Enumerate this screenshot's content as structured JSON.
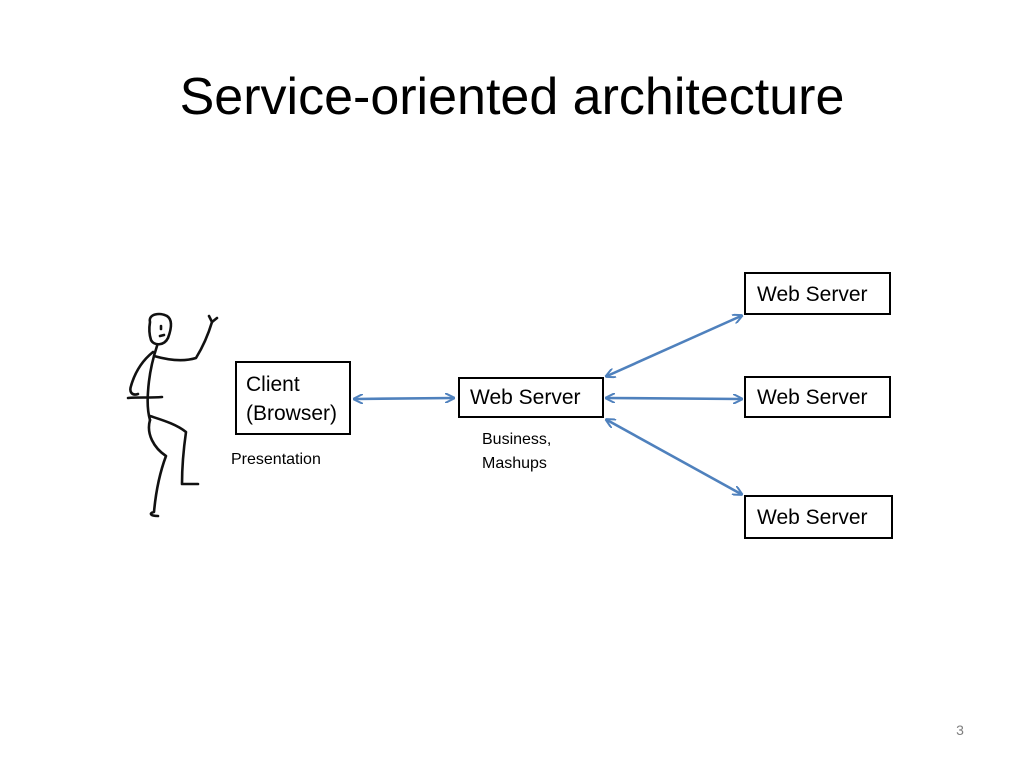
{
  "slide": {
    "title": "Service-oriented architecture",
    "page_number": "3"
  },
  "diagram": {
    "client": {
      "label": "Client\n(Browser)",
      "caption": "Presentation"
    },
    "center_server": {
      "label": "Web Server",
      "caption": "Business,\nMashups"
    },
    "backend_servers": [
      {
        "label": "Web Server"
      },
      {
        "label": "Web Server"
      },
      {
        "label": "Web Server"
      }
    ],
    "connectors": [
      {
        "from": "Client (Browser)",
        "to": "Web Server",
        "direction": "bidirectional"
      },
      {
        "from": "Web Server",
        "to": "Web Server (top)",
        "direction": "bidirectional"
      },
      {
        "from": "Web Server",
        "to": "Web Server (middle)",
        "direction": "bidirectional"
      },
      {
        "from": "Web Server",
        "to": "Web Server (bottom)",
        "direction": "bidirectional"
      }
    ],
    "arrow_color": "#4f81bd",
    "user_figure": "stick-figure-user"
  }
}
